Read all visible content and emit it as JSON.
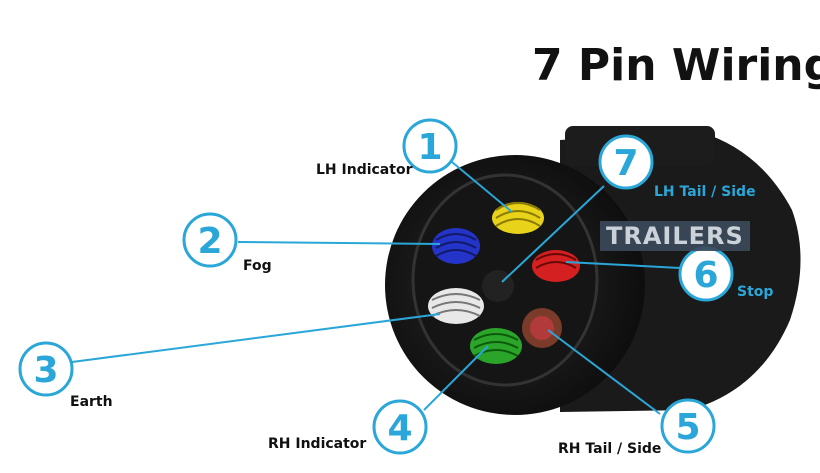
{
  "title": "7 Pin Wiring",
  "watermark": "TRAILERS",
  "pins": [
    {
      "number": "1",
      "label": "LH Indicator",
      "wire_color": "#e8d21a"
    },
    {
      "number": "2",
      "label": "Fog",
      "wire_color": "#2434c8"
    },
    {
      "number": "3",
      "label": "Earth",
      "wire_color": "#e8e8e8"
    },
    {
      "number": "4",
      "label": "RH Indicator",
      "wire_color": "#2aa52a"
    },
    {
      "number": "5",
      "label": "RH Tail / Side",
      "wire_color": "#7a3b2a"
    },
    {
      "number": "6",
      "label": "Stop",
      "wire_color": "#d42020"
    },
    {
      "number": "7",
      "label": "LH Tail / Side",
      "wire_color": "#222222"
    }
  ],
  "accent_color": "#2aa7d8"
}
